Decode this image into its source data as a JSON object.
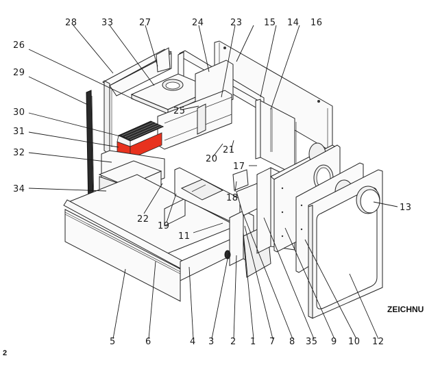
{
  "diagram": {
    "type": "exploded-parts-drawing",
    "accent_color": "#e8321e",
    "callouts": [
      {
        "id": "28",
        "label": "28"
      },
      {
        "id": "33",
        "label": "33"
      },
      {
        "id": "27",
        "label": "27"
      },
      {
        "id": "24",
        "label": "24"
      },
      {
        "id": "23",
        "label": "23"
      },
      {
        "id": "15",
        "label": "15"
      },
      {
        "id": "14",
        "label": "14"
      },
      {
        "id": "16",
        "label": "16"
      },
      {
        "id": "26",
        "label": "26"
      },
      {
        "id": "29",
        "label": "29"
      },
      {
        "id": "30",
        "label": "30"
      },
      {
        "id": "31",
        "label": "31"
      },
      {
        "id": "32",
        "label": "32"
      },
      {
        "id": "34",
        "label": "34"
      },
      {
        "id": "25",
        "label": "25"
      },
      {
        "id": "20",
        "label": "20"
      },
      {
        "id": "21",
        "label": "21"
      },
      {
        "id": "17",
        "label": "17"
      },
      {
        "id": "18",
        "label": "18"
      },
      {
        "id": "22",
        "label": "22"
      },
      {
        "id": "19",
        "label": "19"
      },
      {
        "id": "11",
        "label": "11"
      },
      {
        "id": "13",
        "label": "13"
      },
      {
        "id": "5",
        "label": "5"
      },
      {
        "id": "6",
        "label": "6"
      },
      {
        "id": "4",
        "label": "4"
      },
      {
        "id": "3",
        "label": "3"
      },
      {
        "id": "2",
        "label": "2"
      },
      {
        "id": "1",
        "label": "1"
      },
      {
        "id": "7",
        "label": "7"
      },
      {
        "id": "8",
        "label": "8"
      },
      {
        "id": "35",
        "label": "35"
      },
      {
        "id": "9",
        "label": "9"
      },
      {
        "id": "10",
        "label": "10"
      },
      {
        "id": "12",
        "label": "12"
      }
    ],
    "highlighted_part": "31"
  },
  "footer": {
    "sheet_number": "2",
    "drawing_label": "ZEICHNU"
  }
}
